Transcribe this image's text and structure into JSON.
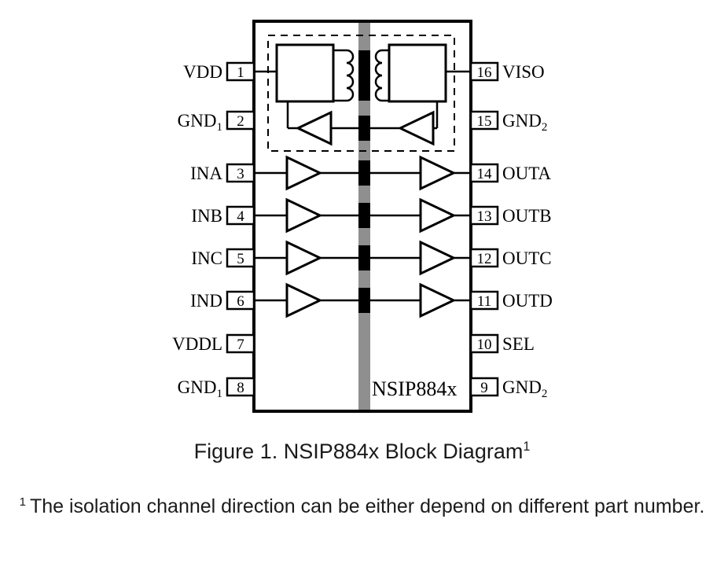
{
  "colors": {
    "barrier": "#8f8f8f"
  },
  "chip": {
    "name": "NSIP884x",
    "left_pins": [
      {
        "num": "1",
        "label": "VDD"
      },
      {
        "num": "2",
        "label": "GND",
        "sub": "1"
      },
      {
        "num": "3",
        "label": "INA"
      },
      {
        "num": "4",
        "label": "INB"
      },
      {
        "num": "5",
        "label": "INC"
      },
      {
        "num": "6",
        "label": "IND"
      },
      {
        "num": "7",
        "label": "VDDL"
      },
      {
        "num": "8",
        "label": "GND",
        "sub": "1"
      }
    ],
    "right_pins": [
      {
        "num": "16",
        "label": "VISO"
      },
      {
        "num": "15",
        "label": "GND",
        "sub": "2"
      },
      {
        "num": "14",
        "label": "OUTA"
      },
      {
        "num": "13",
        "label": "OUTB"
      },
      {
        "num": "12",
        "label": "OUTC"
      },
      {
        "num": "11",
        "label": "OUTD"
      },
      {
        "num": "10",
        "label": "SEL"
      },
      {
        "num": "9",
        "label": "GND",
        "sub": "2"
      }
    ]
  },
  "caption": {
    "text": "Figure 1. NSIP884x Block Diagram",
    "sup": "1"
  },
  "footnote": {
    "sup": "1",
    "text": "The isolation channel direction can be either depend on different part number."
  }
}
